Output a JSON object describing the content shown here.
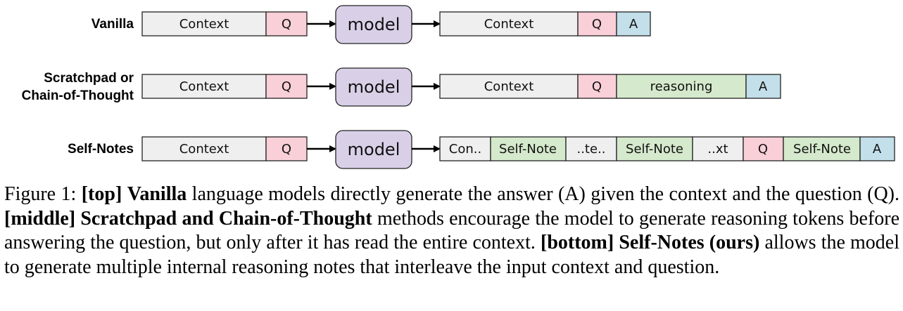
{
  "diagram": {
    "rows": [
      {
        "label_lines": [
          "Vanilla"
        ],
        "input": [
          "Context",
          "Q"
        ],
        "model": "model",
        "output": [
          "Context",
          "Q",
          "A"
        ]
      },
      {
        "label_lines": [
          "Scratchpad or",
          "Chain-of-Thought"
        ],
        "input": [
          "Context",
          "Q"
        ],
        "model": "model",
        "output": [
          "Context",
          "Q",
          "reasoning",
          "A"
        ]
      },
      {
        "label_lines": [
          "Self-Notes"
        ],
        "input": [
          "Context",
          "Q"
        ],
        "model": "model",
        "output": [
          "Con..",
          "Self-Note",
          "..te..",
          "Self-Note",
          "..xt",
          "Q",
          "Self-Note",
          "A"
        ]
      }
    ],
    "colors": {
      "context": "#efefef",
      "question": "#f9cfd8",
      "answer": "#c3dfe9",
      "reasoning": "#d5e9cc",
      "model": "#d9d0e8"
    }
  },
  "caption": {
    "prefix": "Figure 1: ",
    "top_tag": "[top]",
    "top_bold": "Vanilla",
    "top_text": " language models directly generate the answer (A) given the context and the question (Q). ",
    "middle_tag": "[middle]",
    "middle_bold": "Scratchpad and Chain-of-Thought",
    "middle_text": " methods encourage the model to generate reasoning tokens before answering the question, but only after it has read the entire context. ",
    "bottom_tag": "[bottom]",
    "bottom_bold": "Self-Notes (ours)",
    "bottom_text": " allows the model to generate multiple internal reasoning notes that interleave the input context and question."
  }
}
